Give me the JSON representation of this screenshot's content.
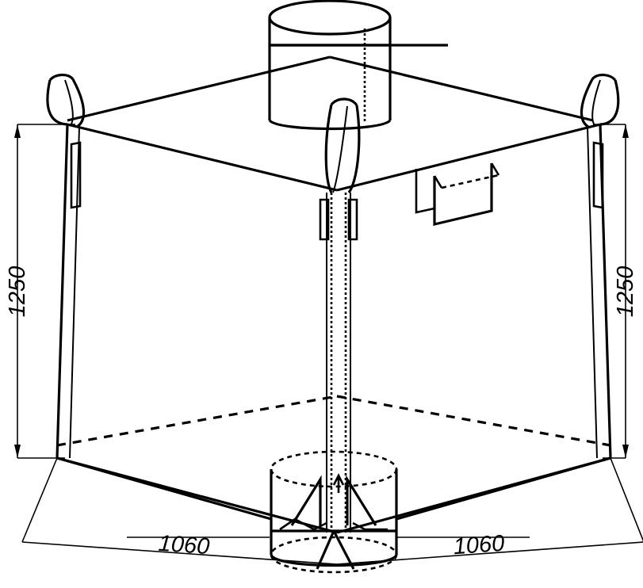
{
  "drawing": {
    "title": "FIBC Bulk Bag Technical Drawing",
    "line_color": "#000000",
    "background_color": "#ffffff"
  },
  "dimensions": {
    "height_left": {
      "value": "1250",
      "label": "1250",
      "unit": "mm",
      "orientation": "vertical",
      "side": "left"
    },
    "height_right": {
      "value": "1250",
      "label": "1250",
      "unit": "mm",
      "orientation": "vertical",
      "side": "right"
    },
    "width_left": {
      "value": "1060",
      "label": "1060",
      "unit": "mm",
      "orientation": "diagonal",
      "side": "bottom-left"
    },
    "width_right": {
      "value": "1060",
      "label": "1060",
      "unit": "mm",
      "orientation": "diagonal",
      "side": "bottom-right"
    }
  },
  "components": {
    "top_fill_spout": "top-fill-spout",
    "bottom_discharge_spout": "bottom-discharge-spout",
    "lifting_loop_left": "lifting-loop-left",
    "lifting_loop_right": "lifting-loop-right",
    "lifting_loop_front": "lifting-loop-front",
    "document_pouch": "document-pouch",
    "drawstring_tie": "drawstring-tie",
    "corner_seam_front": "corner-seam-front",
    "reinforcement_patch": "reinforcement-patch"
  }
}
